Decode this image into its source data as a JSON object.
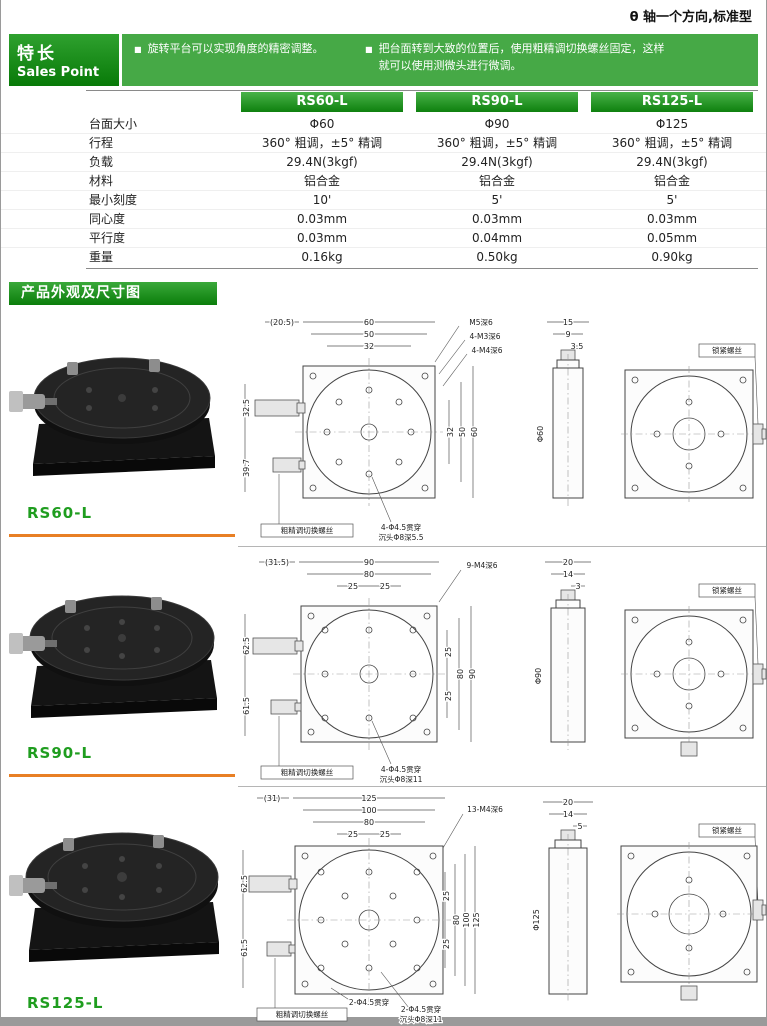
{
  "page": {
    "top_right_label": "θ 轴一个方向,标准型",
    "bullet_marker": "■",
    "accent_green": "#1f9d1f",
    "accent_orange": "#e87f24"
  },
  "sales_point": {
    "title_cn": "特长",
    "title_en": "Sales Point",
    "bullets": [
      "旋转平台可以实现角度的精密调整。",
      "把台面转到大致的位置后，使用粗精调切换螺丝固定，这样就可以使用测微头进行微调。"
    ]
  },
  "spec_table": {
    "columns": [
      "RS60-L",
      "RS90-L",
      "RS125-L"
    ],
    "rows": [
      {
        "label": "台面大小",
        "values": [
          "Φ60",
          "Φ90",
          "Φ125"
        ]
      },
      {
        "label": "行程",
        "values": [
          "360° 粗调，±5° 精调",
          "360° 粗调，±5° 精调",
          "360° 粗调，±5° 精调"
        ]
      },
      {
        "label": "负载",
        "values": [
          "29.4N(3kgf)",
          "29.4N(3kgf)",
          "29.4N(3kgf)"
        ]
      },
      {
        "label": "材料",
        "values": [
          "铝合金",
          "铝合金",
          "铝合金"
        ]
      },
      {
        "label": "最小刻度",
        "values": [
          "10'",
          "5'",
          "5'"
        ]
      },
      {
        "label": "同心度",
        "values": [
          "0.03mm",
          "0.03mm",
          "0.03mm"
        ]
      },
      {
        "label": "平行度",
        "values": [
          "0.03mm",
          "0.04mm",
          "0.05mm"
        ]
      },
      {
        "label": "重量",
        "values": [
          "0.16kg",
          "0.50kg",
          "0.90kg"
        ]
      }
    ]
  },
  "section_title": "产品外观及尺寸图",
  "products": [
    {
      "label": "RS60-L",
      "front": {
        "top_dims": [
          "(20.5)",
          "60",
          "50",
          "32"
        ],
        "callouts": [
          "M5深6",
          "4-M3深6",
          "4-M4深6"
        ],
        "left_dims": [
          "32.5",
          "39.7"
        ],
        "right_dims": [
          "32",
          "50",
          "60"
        ],
        "switch_screw_label": "粗精调切换螺丝",
        "hole_note_line1": "4-Φ4.5贯穿",
        "hole_note_line2": "沉头Φ8深5.5"
      },
      "side": {
        "top_dims": [
          "15",
          "9",
          "3.5"
        ],
        "dia": "Φ60"
      },
      "rear": {
        "lock_screw_label": "锁紧螺丝"
      }
    },
    {
      "label": "RS90-L",
      "front": {
        "top_dims": [
          "(31.5)",
          "90",
          "80",
          "25",
          "25"
        ],
        "callouts": [
          "9-M4深6"
        ],
        "left_dims": [
          "62.5",
          "61.5"
        ],
        "right_dims": [
          "25",
          "25",
          "80",
          "90"
        ],
        "switch_screw_label": "粗精调切换螺丝",
        "hole_note_line1": "4-Φ4.5贯穿",
        "hole_note_line2": "沉头Φ8深11"
      },
      "side": {
        "top_dims": [
          "20",
          "14",
          "3"
        ],
        "dia": "Φ90"
      },
      "rear": {
        "lock_screw_label": "锁紧螺丝"
      }
    },
    {
      "label": "RS125-L",
      "front": {
        "top_dims": [
          "(31)",
          "125",
          "100",
          "80",
          "25",
          "25"
        ],
        "callouts": [
          "13-M4深6"
        ],
        "left_dims": [
          "62.5",
          "61.5"
        ],
        "right_dims": [
          "25",
          "25",
          "80",
          "100",
          "125"
        ],
        "switch_screw_label": "粗精调切换螺丝",
        "hole_note_left": "2-Φ4.5贯穿",
        "hole_note_line1": "2-Φ4.5贯穿",
        "hole_note_line2": "沉头Φ8深11"
      },
      "side": {
        "top_dims": [
          "20",
          "14",
          "5"
        ],
        "dia": "Φ125"
      },
      "rear": {
        "lock_screw_label": "锁紧螺丝"
      }
    }
  ]
}
